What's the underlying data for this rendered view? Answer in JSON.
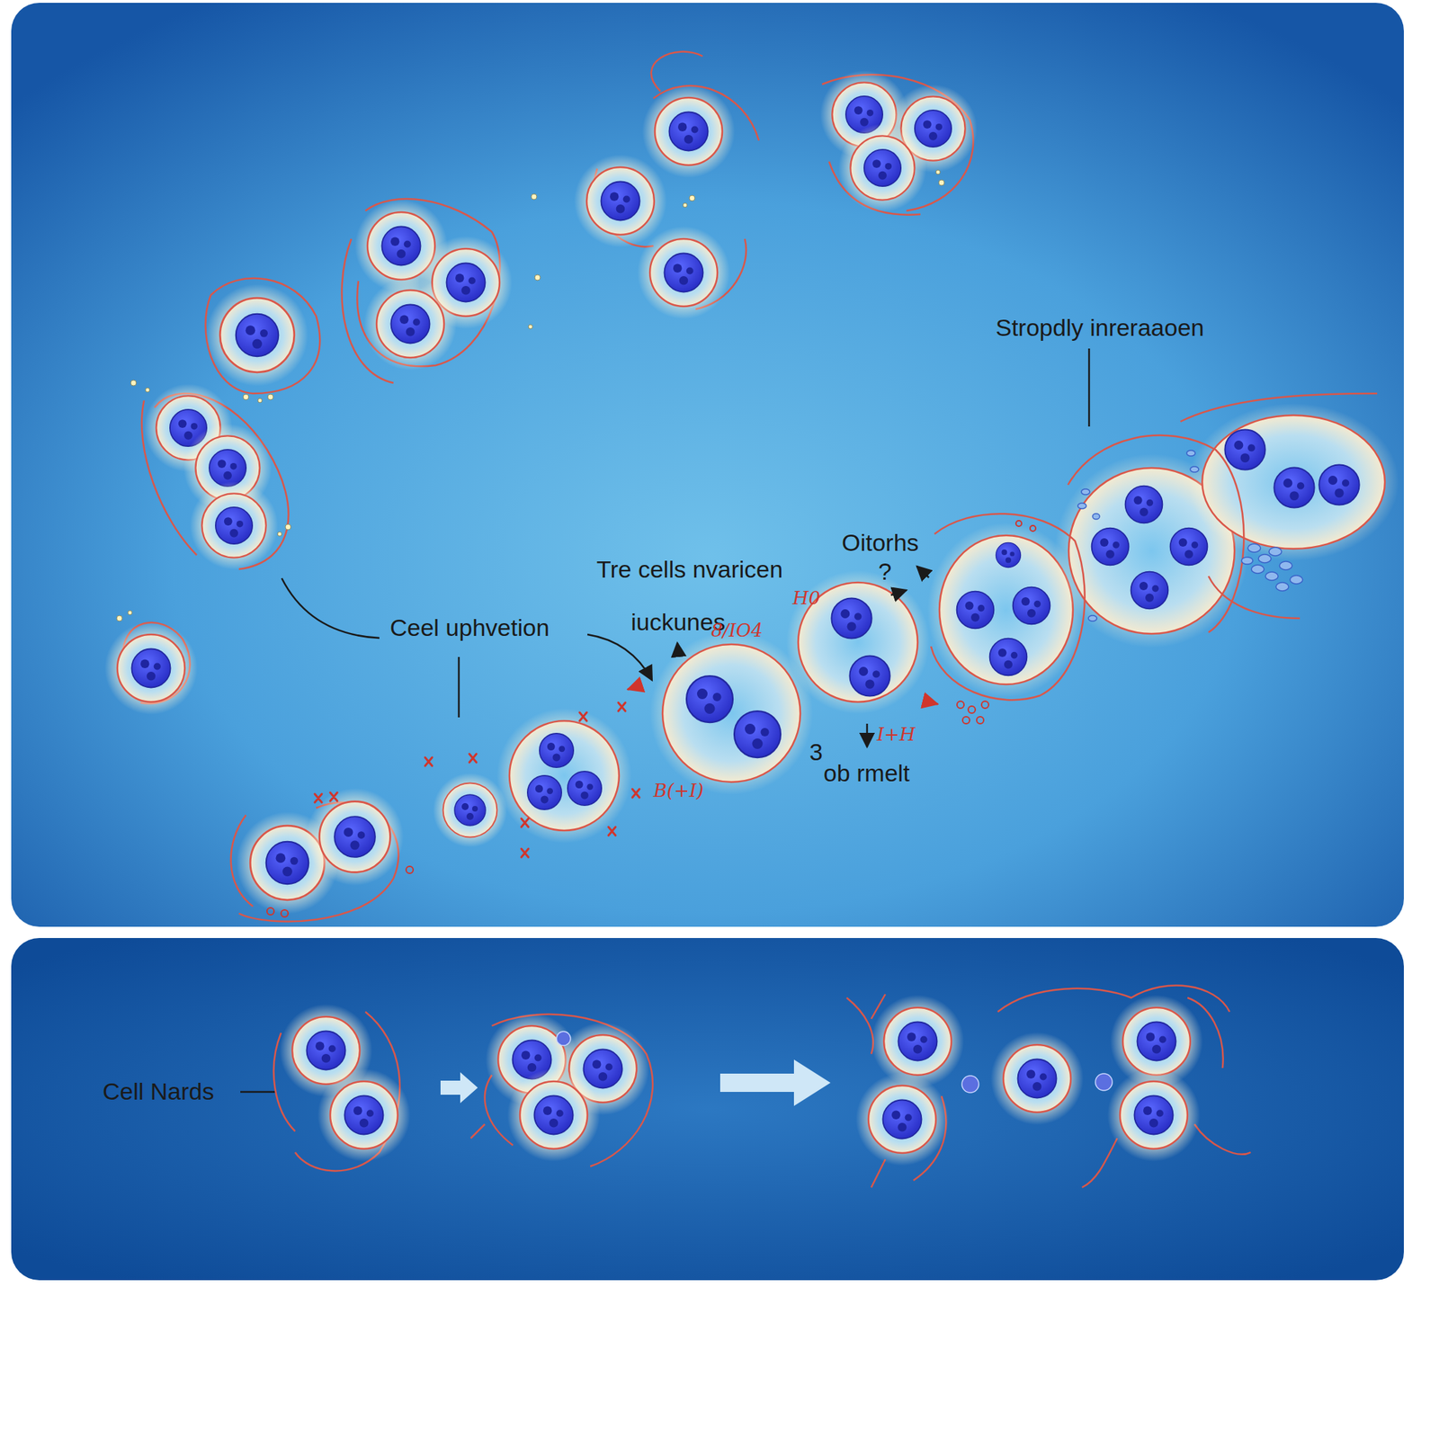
{
  "diagram": {
    "labels": [
      "Stropdly inreraaoen",
      "Oitorhs",
      "Tre cells nvaricen",
      "?",
      "Ceel uphvetion",
      "iuckunes",
      "H0",
      "8/IO4",
      "I+H",
      "3",
      "ob rmelt",
      "B(+I)",
      "Cell Nards"
    ]
  }
}
